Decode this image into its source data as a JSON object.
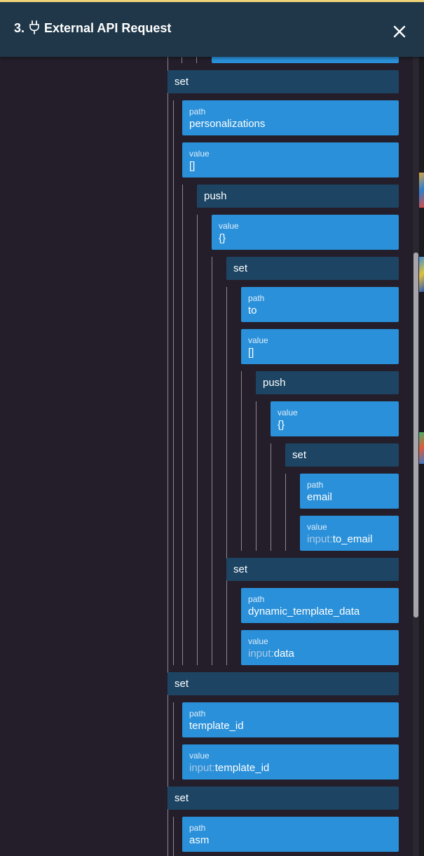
{
  "header": {
    "title": "3. External API Request",
    "icon": "plug-icon",
    "close_icon": "close-icon"
  },
  "colors": {
    "set_node": "#1d4563",
    "field_node": "#2a90d9",
    "background": "#241e2a",
    "header": "#1f3749",
    "accent_top": "#f2d47a"
  },
  "tree": {
    "set_1": {
      "label": "set"
    },
    "field_1": {
      "label": "path",
      "value": "personalizations"
    },
    "field_2": {
      "label": "value",
      "value": "[]"
    },
    "push_1": {
      "label": "push"
    },
    "field_3": {
      "label": "value",
      "value": "{}"
    },
    "set_2": {
      "label": "set"
    },
    "field_4": {
      "label": "path",
      "value": "to"
    },
    "field_5": {
      "label": "value",
      "value": "[]"
    },
    "push_2": {
      "label": "push"
    },
    "field_6": {
      "label": "value",
      "value": "{}"
    },
    "set_3": {
      "label": "set"
    },
    "field_7": {
      "label": "path",
      "value": "email"
    },
    "field_8": {
      "label": "value",
      "prefix": "input:",
      "value": "to_email"
    },
    "set_4": {
      "label": "set"
    },
    "field_9": {
      "label": "path",
      "value": "dynamic_template_data"
    },
    "field_10": {
      "label": "value",
      "prefix": "input:",
      "value": "data"
    },
    "set_5": {
      "label": "set"
    },
    "field_11": {
      "label": "path",
      "value": "template_id"
    },
    "field_12": {
      "label": "value",
      "prefix": "input:",
      "value": "template_id"
    },
    "set_6": {
      "label": "set"
    },
    "field_13": {
      "label": "path",
      "value": "asm"
    }
  }
}
